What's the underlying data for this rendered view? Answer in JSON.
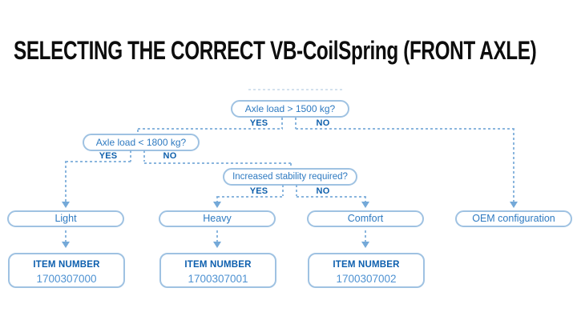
{
  "title": "SELECTING THE CORRECT VB-CoilSpring (FRONT AXLE)",
  "flowchart": {
    "decisions": [
      {
        "question": "Axle load > 1500 kg?",
        "yes_label": "YES",
        "no_label": "NO"
      },
      {
        "question": "Axle load < 1800 kg?",
        "yes_label": "YES",
        "no_label": "NO"
      },
      {
        "question": "Increased stability required?",
        "yes_label": "YES",
        "no_label": "NO"
      }
    ],
    "outcomes": [
      {
        "label": "Light",
        "item_label": "ITEM NUMBER",
        "item_number": "1700307000"
      },
      {
        "label": "Heavy",
        "item_label": "ITEM NUMBER",
        "item_number": "1700307001"
      },
      {
        "label": "Comfort",
        "item_label": "ITEM NUMBER",
        "item_number": "1700307002"
      },
      {
        "label": "OEM configuration"
      }
    ]
  },
  "colors": {
    "titleColor": "#0d0d0d",
    "pillBorder": "#9fc2e2",
    "decisionText": "#2e7ac1",
    "yesNo": "#0f60ac",
    "itemLabel": "#0d5fae",
    "itemNumber": "#4e92d2",
    "line": "#8ab6de",
    "arrow": "#74a9d8",
    "faintLine": "#d3e1ee"
  }
}
